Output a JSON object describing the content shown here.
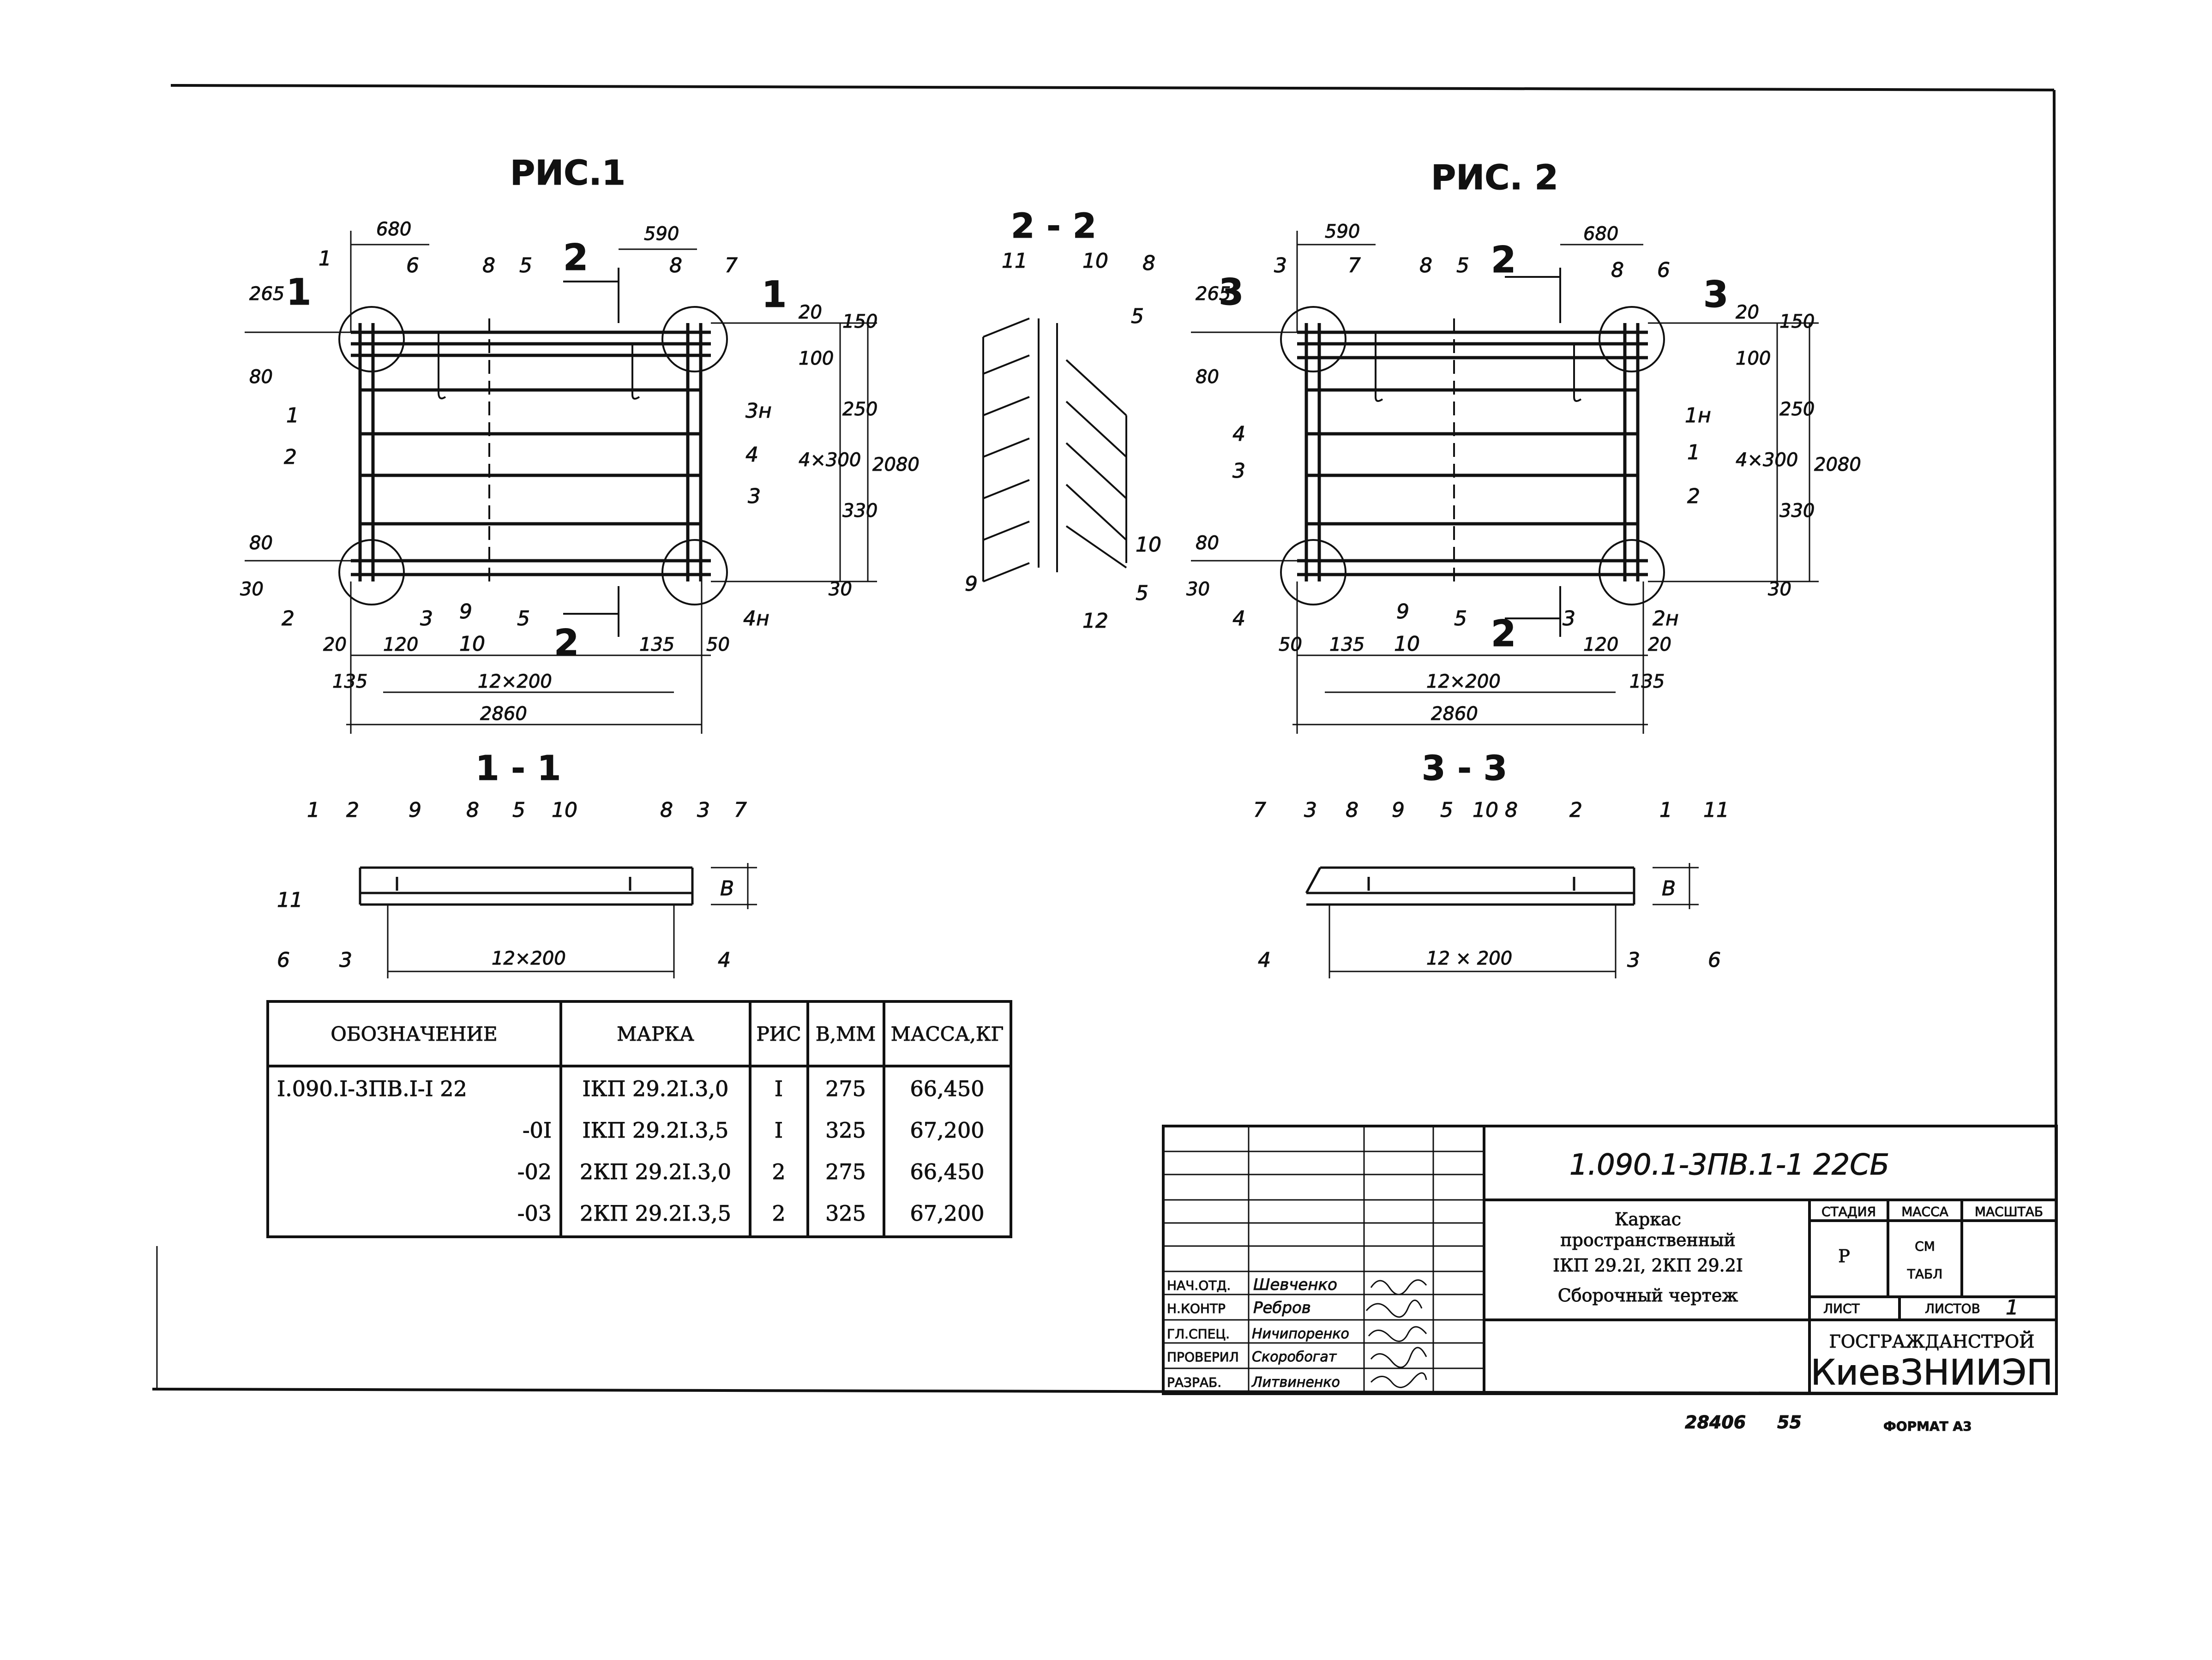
{
  "figures": {
    "fig1_title": "РИС.1",
    "fig2_title": "РИС. 2",
    "sec_11": "1 - 1",
    "sec_22": "2 - 2",
    "sec_33": "3 - 3"
  },
  "fig1": {
    "dims_top": [
      "680",
      "590"
    ],
    "dims_left": [
      "265",
      "80",
      "80",
      "30"
    ],
    "dims_right": [
      "20",
      "150",
      "100",
      "250",
      "4×300",
      "330",
      "2080",
      "30"
    ],
    "dims_bottom": [
      "20",
      "120",
      "135",
      "50",
      "135",
      "12×200",
      "2860"
    ],
    "cut_marks": [
      "1",
      "1",
      "2",
      "2"
    ],
    "positions": [
      "1",
      "6",
      "8",
      "5",
      "8",
      "7",
      "1",
      "2",
      "3н",
      "4",
      "3",
      "2",
      "3",
      "9",
      "10",
      "5",
      "4н"
    ]
  },
  "fig2": {
    "dims_top": [
      "590",
      "680"
    ],
    "dims_left": [
      "265",
      "80",
      "80",
      "30"
    ],
    "dims_right": [
      "20",
      "150",
      "100",
      "250",
      "4×300",
      "330",
      "2080",
      "30"
    ],
    "dims_bottom": [
      "50",
      "135",
      "120",
      "20",
      "135",
      "12×200",
      "2860"
    ],
    "cut_marks": [
      "3",
      "3",
      "2",
      "2"
    ],
    "positions": [
      "3",
      "7",
      "8",
      "5",
      "8",
      "6",
      "4",
      "3",
      "1н",
      "1",
      "2",
      "4",
      "9",
      "10",
      "5",
      "3",
      "2н"
    ]
  },
  "sec22": {
    "positions": [
      "11",
      "10",
      "8",
      "5",
      "10",
      "9",
      "12",
      "5"
    ]
  },
  "sec11": {
    "positions_top": [
      "1",
      "2",
      "9",
      "8",
      "5",
      "10",
      "8",
      "3",
      "7"
    ],
    "positions_bottom": [
      "11",
      "6",
      "3",
      "4"
    ],
    "dim": "12×200",
    "height": "B"
  },
  "sec33": {
    "positions_top": [
      "7",
      "3",
      "8",
      "9",
      "5",
      "10",
      "8",
      "2",
      "1",
      "11"
    ],
    "positions_bottom": [
      "4",
      "3",
      "6"
    ],
    "dim": "12 × 200",
    "height": "B"
  },
  "spec_table": {
    "headers": [
      "ОБОЗНАЧЕНИЕ",
      "МАРКА",
      "РИС",
      "B,MM",
      "МАССА,КГ"
    ],
    "rows": [
      [
        "I.090.I-3ПB.I-I 22",
        "IКП 29.2I.3,0",
        "I",
        "275",
        "66,450"
      ],
      [
        "-0I",
        "IКП 29.2I.3,5",
        "I",
        "325",
        "67,200"
      ],
      [
        "-02",
        "2КП 29.2I.3,0",
        "2",
        "275",
        "66,450"
      ],
      [
        "-03",
        "2КП 29.2I.3,5",
        "2",
        "325",
        "67,200"
      ]
    ]
  },
  "title_block": {
    "code": "1.090.1-3ПB.1-1   22СБ",
    "name_lines": [
      "Каркас",
      "пространственный",
      "IКП 29.2I, 2КП 29.2I",
      "Сборочный чертеж"
    ],
    "stage_header": "СТАДИЯ",
    "mass_header": "МАССА",
    "scale_header": "МАСШТАБ",
    "stage": "Р",
    "mass_lines": [
      "СМ",
      "ТАБЛ"
    ],
    "sheet_label": "ЛИСТ",
    "sheets_label": "ЛИСТОВ",
    "sheets_value": "1",
    "org_line1": "ГОСГРАЖДАНСТРОЙ",
    "org_line2": "КиевЗНИИЭП",
    "roles": [
      "НАЧ.ОТД.",
      "Н.КОНТР",
      "ГЛ.СПЕЦ.",
      "ПРОВЕРИЛ",
      "РАЗРАБ."
    ],
    "names": [
      "Шевченко",
      "Ребров",
      "Ничипоренко",
      "Скоробогат",
      "Литвиненко"
    ]
  },
  "footer": {
    "number": "28406",
    "page": "55",
    "format": "ФОРМАТ А3"
  },
  "colors": {
    "ink": "#111111",
    "paper": "#ffffff"
  }
}
